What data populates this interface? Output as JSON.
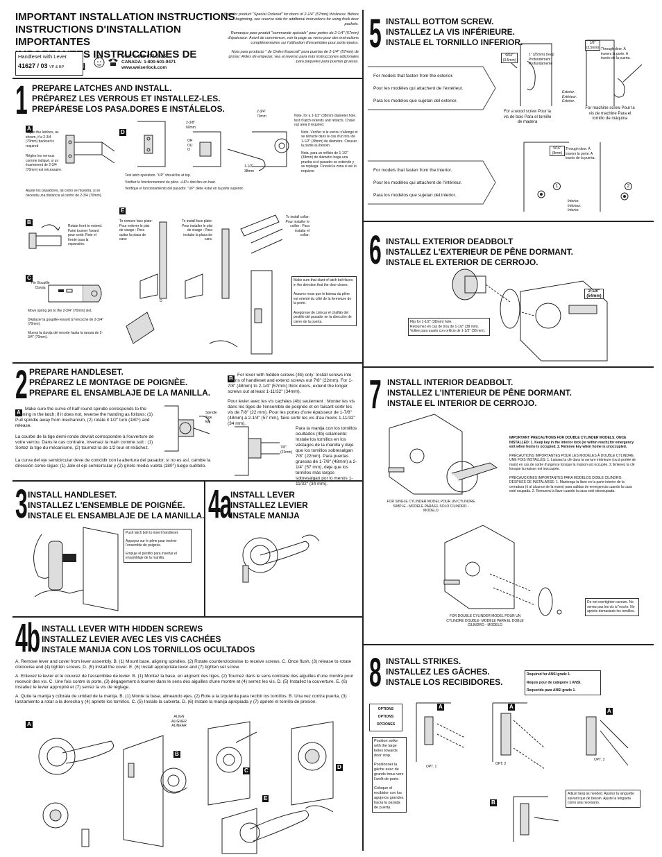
{
  "header": {
    "title_en": "IMPORTANT INSTALLATION INSTRUCTIONS",
    "title_fr": "INSTRUCTIONS D'INSTALLATION IMPORTANTES",
    "title_es": "IMPORTANTES INSTRUCCIONES DE INSTALACIÓN",
    "product_line1": "Handleset with Lever",
    "product_code": "41627 / 03",
    "product_finish": "VP & BP",
    "phone_usa": "USA: 1-800-677-5625",
    "phone_canada": "CANADA: 1-800-501-9471",
    "website": "www.weiserlock.com",
    "note_en": "Note for product \"Special Ordered\" for doors of 2-1/4\" (57mm) thickness: Before beginning, see reverse side for additional instructions for using thick door packets.",
    "note_fr": "Remarque pour produit \"commande spéciale\" pour portes de 2-1/4\" (57mm) d'épaisseur: Avant de commencer, voir la page au verso pour des instructions complémentaires sur l'utilisation d'ensembles pour porte épaiss.",
    "note_es": "Nota para producto \" de Orden Especial\" para puertas de 2-1/4\" (57mm) de grosor: Antes de empezar, vea al reverso para más instrucciones adicionales para paquetes para puertas gruesas."
  },
  "step1": {
    "num": "1",
    "title_en": "PREPARE LATCHES AND INSTALL.",
    "title_fr": "PRÉPAREZ LES VERROUS ET INSTALLEZ-LES.",
    "title_es": "PREPÁRESE LOS PASA.DORES E INSTÁLELOS.",
    "a_label": "A",
    "a_text_en": "Adjust the latches, as shown, if a 2-3/4 (70mm) backset is required",
    "a_text_fr": "Réglez les verrous comme indiqué, si un écartement de 2-3/4 (70mm) est nécessaire.",
    "a_text_es": "Ajuste los pasadores, tal como se muestra, si se necesita una distancia al centro de 2-3/4 (70mm).",
    "b_label": "B",
    "b_text": "Rotate front to extend. Faire tourner l'avant pour sortir. Rote el frente para la expansión.",
    "c_label": "C",
    "c_pin": "Pin Goupille Clavija",
    "c_text_en": "Move spring pin to the 2-3/4\" (70mm) slot.",
    "c_text_fr": "Déplacer la goupille-ressort à l'encoche de 2-3/4\" (70mm).",
    "c_text_es": "Mueva la clavija del resorte hasta la ranura de 2-3/4\" (70mm).",
    "d_label": "D",
    "d_or": "OR OU O",
    "d_text_en": "Test latch operation. \"UP\" should be at top.",
    "d_text_fr": "Vérifiez le fonctionnement du pêne. «UP» doit être en haut.",
    "d_text_es": "Verifique el funcionamiento del pasador. \"UP\" debe estar en la parte superior.",
    "d_note_en": "Note, for a 1-1/2\" (38mm) diameter hole, test if latch extends and retracts. Chisel out area if required.",
    "d_note_fr": "Note. Vérifier si le verrou s'allonge et se rétracte dans le cas d'un trou de 1-1/2\" (38mm) de diamètre. Creuser la partie au besoin.",
    "d_note_es": "Nota, para un orificio de 1-1/2\" (38mm) de diámetro haga una prueba si el pasador se extiende y se repliega. Cincele la zona si así lo requiere.",
    "dim_238": "2-3/8\" 60mm",
    "dim_234": "2-3/4\" 70mm",
    "dim_112": "1-1/2\" 38mm",
    "e_label": "E",
    "e_remove": "To remove face plate: Pour enlever le plat de visage : Para quitar la placa de cara:",
    "e_install": "To install face plate: Pour installer le plat de visage : Para instalar la placa de cara:",
    "e_collar": "To install collar: Pour installer le collier : Para instalar el collar:",
    "e_or": "OR OU O",
    "e_slant_en": "Make sure that slant of latch bolt faces in the direction that the door closes.",
    "e_slant_fr": "Assurez-vous que le biseau du pêne est orienté du côté de la fermeture de la porte.",
    "e_slant_es": "Asegúrese de colocar el chaflán del pestillo del pasador en la dirección de cierre de la puerta."
  },
  "step2": {
    "num": "2",
    "title_en": "PREPARE HANDLESET.",
    "title_fr": "PRÉPAREZ LE MONTAGE DE POIGNÈE.",
    "title_es": "PREPARE EL ENSAMBLAJE DE LA MANILLA.",
    "a_label": "A",
    "a_text_en": "Make sure the curve of half round spindle corresponds to the opening in the latch; if it does not, reverse the handing as follows: (1) Pull spindle away from mechanism, (2) rotate it 1/2\" turn (180°) and release.",
    "a_text_fr": "La courbe de la tige demi-ronde devrait correspondre à l'ouverture de votre verrou. Dans le cas contraire, inversez la main comme suit : (1) Sortez la tige du mécanisme, (2) tournez-la de 1/2 tour et relâchez.",
    "a_text_es": "La curva del eje semicircular deve de coincidir con la abertura del pasador, si no es así, cambie la dirección como sigue: (1) Jale el eje semicircular y (2) gírelo media vuelta (180°) luego suéltelo.",
    "spindle": "Spindle Tige Eje",
    "b_label": "B",
    "b_text_en": "For lever with hidden screws (4b) only: Install screws into sterns of handleset and extend screws out 7/8\" (22mm). For 1-7/8\" (48mm) to 2-1/4\" (57mm) thick doors, extend the longer screws out at least 1-11/32\" (34mm).",
    "b_text_fr": "Pour levier avec les vis cachées (4b) seulement : Monter les vis dans les tiges de l'ensemble de poignée et en faisant sortir les vis de 7/8\" (22 mm). Pour les portes d'une épaisseur de 1-7/8\" (48mm) à 2-1/4\" (57 mm), faire sortir les vis d'au moins 1-11/32\" (34 mm).",
    "b_text_es": "Para la manija con los tornillos ocultados (4b) solamente: Instale los tornillos en los vástagos de la manilla y deje que los tornillos sobresalgan 7/8\" (22mm). Para puertas gruesas de 1-7/8\" (48mm) a 2-1/4\" (57 mm), deje que los tornillos más largos sobresalgan por lo menos 1-11/32\" (34 mm).",
    "dim": "7/8\" (22mm)"
  },
  "step3": {
    "num": "3",
    "title_en": "INSTALL HANDLESET.",
    "title_fr": "INSTALLEZ L'ENSEMBLE DE POIGNÉE.",
    "title_es": "INSTALE EL ENSAMBLAJE DE LA MANILLA.",
    "text_en": "Push latch bolt to insert handleset.",
    "text_fr": "Appuyez sur le pêne pour insérer l'ensemble de poignée.",
    "text_es": "Empuje el pestillo para insertar el ensamblaje de la manilla."
  },
  "step4a": {
    "num": "4a",
    "title_en": "INSTALL LEVER",
    "title_fr": "INSTALLEZ LEVIER",
    "title_es": "INSTALE MANIJA"
  },
  "step4b": {
    "num": "4b",
    "title_en": "INSTALL LEVER WITH HIDDEN SCREWS",
    "title_fr": "INSTALLEZ LEVIER AVEC LES VIS CACHÉES",
    "title_es": "INSTALE MANIJA CON LOS TORNILLOS OCULTADOS",
    "text_en": "A. Remove lever and cover from lever assembly. B. (1) Mount base, aligning spindles. (2) Rotate counterclockwise to receive screws. C. Once flush, (3) release to rotate clockwise and (4) tighten screws. D. (5) Install the cover. E. (6) Install appropriate lever and (7) tighten set screw.",
    "text_fr": "A. Enlevez le levier et le couvrez de l'assemblée de levier. B. (1) Montez la base, en alignent des tiges. (2) Tournez dans le sens contraire des aiguilles d'une montre pour recevoir des vis. C. Une fois contre la porte, (3) dégagement à tourner dans le sens des aiguilles d'une montre et (4) serrez les vis. D. (5) Installez la couverture. E. (6) Installez le levier approprié et (7) serrez la vis de réglage.",
    "text_es": "A. Quite la manija y cúbrala de unidad de la manija. B. (1) Monte la base, alineando ejes. (2) Rote a la izquierda para recibir los tornillos. B. Una vez contra puerta, (3) lanzamiento a rotar a la derecha y (4) apriete los tornillos. C. (5) Instale la cubierta. D. (6) Instale la manija apropiada y (7) apriete el tornillo de presión.",
    "align": "ALIGN ALIGNER ALINEAR",
    "labels": [
      "A",
      "B",
      "C",
      "D",
      "E"
    ]
  },
  "step5": {
    "num": "5",
    "title_en": "INSTALL BOTTOM SCREW.",
    "title_fr": "INSTALLEZ LA VIS INFÉRIEURE.",
    "title_es": "INSTALE EL TORNILLO INFERIOR.",
    "ext_en": "For models that fasten from the exterior.",
    "ext_fr": "Pour les modèles qui attachent de l'extérieur.",
    "ext_es": "Para los modelos que sujetan del exterior.",
    "int_en": "For models that fasten from the interior.",
    "int_fr": "Pour les modèles qui attachent de l'intérieur.",
    "int_es": "Para los modelos que sujetan del interior.",
    "wood": "For a wood screw Pour la vis de bois Para el tornillo de madera",
    "machine": "For machine screw Pour la vis de machine Para el tornillo de máquina",
    "deep": "1\" (25mm) Deep Profondément Profundamente",
    "through": "Through door. À travers la porte. A través de la puerta.",
    "exterior": "Exterior. Extérieur. Exterior.",
    "interior": "Interior. Intérieur. Interior.",
    "dim_964": "9/64\" (3.5mm)",
    "dim_18": "1/8\" (3.5mm)",
    "dim_516": "5/16\" (8mm)"
  },
  "step6": {
    "num": "6",
    "title_en": "INSTALL EXTERIOR  DEADBOLT",
    "title_fr": "INSTALLEZ L'EXTERIEUR DE PÊNE DORMANT.",
    "title_es": "INSTALE EL EXTERIOR DE CERROJO.",
    "flip_en": "Flip for 1-1/2\" (38mm) hole.",
    "flip_fr": "Retournez en cas de trou de 1-1/2\" (38 mm).",
    "flip_es": "Voltee para usarlo con orificio de 1-1/2\" (38 mm).",
    "dim": "2-1/8\" (54mm)"
  },
  "step7": {
    "num": "7",
    "title_en": "INSTALL INTERIOR DEADBOLT.",
    "title_fr": "INSTALLEZ L'INTERIEUR DE PÊNE DORMANT.",
    "title_es": "INSTALE EL INTERIOR DE CERROJO.",
    "single_caption": "FOR SINGLE CYLINDER MODEL POUR UN CYLINDRE SIMPLE - MODÈLE PARA EL SOLO CILINDRO - MODELO",
    "double_caption": "FOR DOUBLE CYLINDER MODEL POUR UN CYLINDRE DOUBLE- MODÈLE PARA EL DOBLE CILINDRO - MODELO",
    "prec_en": "IMPORTANT PRECAUTIONS FOR DOUBLE CYLINDER MODELS. ONCE INSTALLED: 1. Keep key in the interior lock (or within reach) for emergency exit when home is occupied. 2. Remove key when home is unoccupied.",
    "prec_fr": "PRÉCAUTIONS IMPORTANTES POUR LES MODÈLES À DOUBLE CYLINDRE. UNE FOIS INSTALLÉS: 1. Laissez la clé dans la serrure intérieure (ou à portée de main) en cas de sortie d'urgence lorsque la maison est occupée. 2. Enlevez la clé lorsque la maison est inoccupée.",
    "prec_es": "PRECAUCIONES IMPORTANTES PARA MODELOS DOBLE CILINDRO. DESPUÉS DE INSTALARSE: 1. Mantenga la llave en la parte interior de la cerradura (ó al alcance de la mano) para salidas de emergencia cuando la casa esté ocupada. 2. Remueva la llave cuando la casa esté desocupada.",
    "overtighten": "Do not overtighten screws. Ne serrez pas les vis à l'excès. No apriete demasiado los tornillos."
  },
  "step8": {
    "num": "8",
    "title_en": "INSTALL STRIKES.",
    "title_fr": "INSTALLEZ LES GÂCHES.",
    "title_es": "INSTALE LOS RECIBIDORES.",
    "ansi_en": "Required for ANSI grade 1.",
    "ansi_fr": "Requis pour de catégorie 1 ANSI.",
    "ansi_es": "Requerido para ANSI grado 1.",
    "options": "OPTIONS OPTIONS OPCIONES",
    "position_en": "Position strike with the large holes towards door stop.",
    "position_fr": "Positionner la gâche avec de grands trous vers l'arrêt de porte.",
    "position_es": "Coloque el recibidor con los agujeros grandes hacia la parada de puerta.",
    "opt1": "OPT. 1",
    "opt2": "OPT. 2",
    "opt3": "OPT. 3",
    "adjust": "Adjust tang as needed. Ajustez la languette suivant que de besoin. Ajuste la lengüeta como sea necesario.",
    "label_a": "A",
    "label_b": "B"
  }
}
